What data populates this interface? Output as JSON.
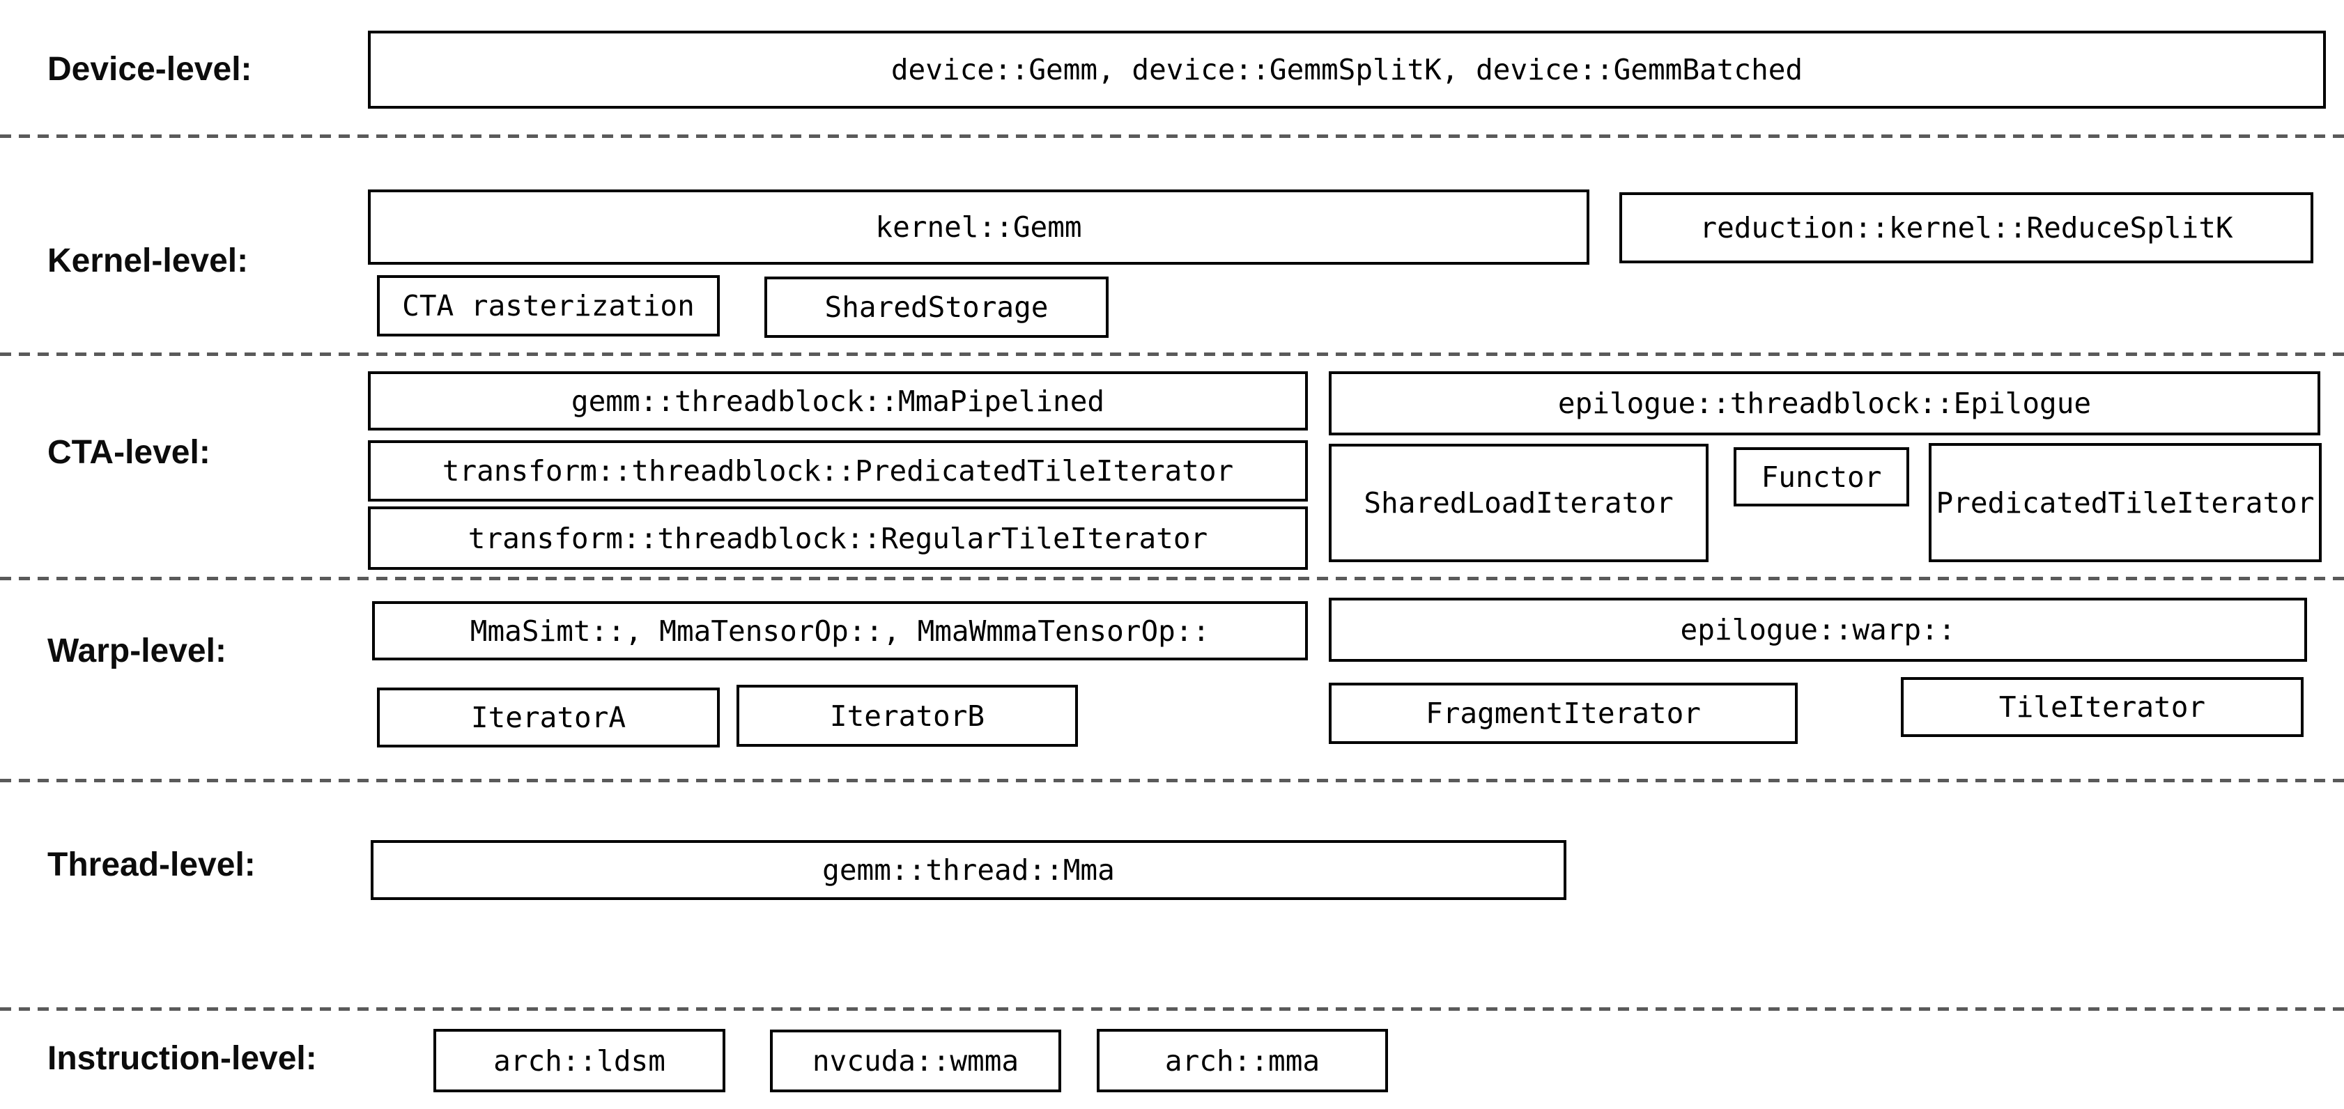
{
  "title": "GEMM hierarchy diagram",
  "colors": {
    "background": "#ffffff",
    "box_border": "#000000",
    "box_text": "#000000",
    "label_text": "#0c0c0c",
    "separator": "#5a5a5a"
  },
  "levels": {
    "device": {
      "label": "Device-level:"
    },
    "kernel": {
      "label": "Kernel-level:"
    },
    "cta": {
      "label": "CTA-level:"
    },
    "warp": {
      "label": "Warp-level:"
    },
    "thread": {
      "label": "Thread-level:"
    },
    "instruction": {
      "label": "Instruction-level:"
    }
  },
  "boxes": {
    "device_gemm": "device::Gemm, device::GemmSplitK, device::GemmBatched",
    "kernel_gemm": "kernel::Gemm",
    "reduce_split_k": "reduction::kernel::ReduceSplitK",
    "cta_rasterization": "CTA rasterization",
    "shared_storage": "SharedStorage",
    "mma_pipelined": "gemm::threadblock::MmaPipelined",
    "predicated_tile_iterator_transform": "transform::threadblock::PredicatedTileIterator",
    "regular_tile_iterator": "transform::threadblock::RegularTileIterator",
    "epilogue_threadblock": "epilogue::threadblock::Epilogue",
    "shared_load_iterator": "SharedLoadIterator",
    "functor": "Functor",
    "predicated_tile_iterator_epilogue": "PredicatedTileIterator",
    "warp_mma": "MmaSimt::, MmaTensorOp::, MmaWmmaTensorOp::",
    "iterator_a": "IteratorA",
    "iterator_b": "IteratorB",
    "epilogue_warp": "epilogue::warp::",
    "fragment_iterator": "FragmentIterator",
    "tile_iterator": "TileIterator",
    "thread_mma": "gemm::thread::Mma",
    "arch_ldsm": "arch::ldsm",
    "nvcuda_wmma": "nvcuda::wmma",
    "arch_mma": "arch::mma"
  }
}
